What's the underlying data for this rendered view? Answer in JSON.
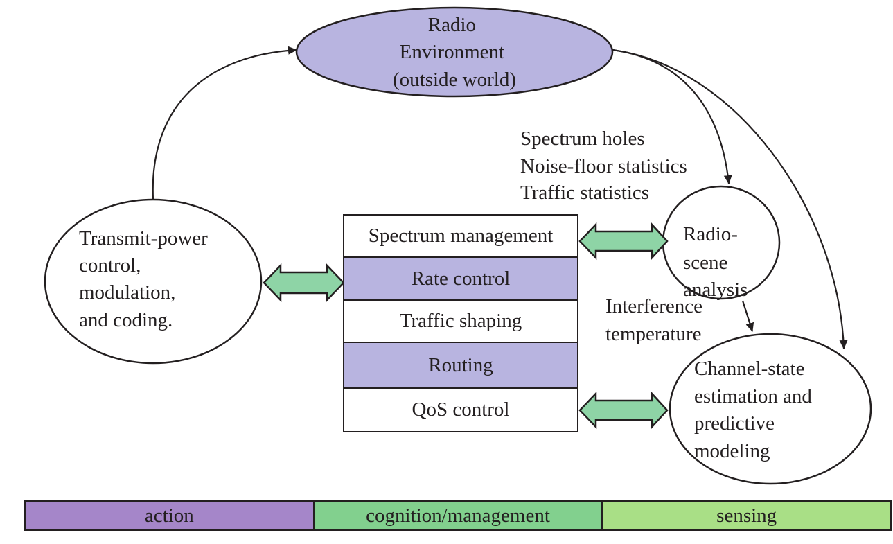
{
  "nodes": {
    "radio_environment": {
      "lines": [
        "Radio",
        "Environment",
        "(outside world)"
      ],
      "fill": "#b8b4e0"
    },
    "transmit": {
      "lines": [
        "Transmit-power",
        "control,",
        "modulation,",
        "and coding."
      ]
    },
    "radio_scene": {
      "lines": [
        "Radio-",
        "scene",
        "analysis"
      ]
    },
    "channel_state": {
      "lines": [
        "Channel-state",
        "estimation and",
        "predictive",
        "modeling"
      ]
    }
  },
  "stack": {
    "rows": [
      {
        "label": "Spectrum management",
        "fill": "#ffffff"
      },
      {
        "label": "Rate control",
        "fill": "#b8b4e0"
      },
      {
        "label": "Traffic shaping",
        "fill": "#ffffff"
      },
      {
        "label": "Routing",
        "fill": "#b8b4e0"
      },
      {
        "label": "QoS control",
        "fill": "#ffffff"
      }
    ]
  },
  "annotations": {
    "spectrum_info": [
      "Spectrum holes",
      "Noise-floor statistics",
      "Traffic statistics"
    ],
    "interference": [
      "Interference",
      "temperature"
    ]
  },
  "arrow_color": "#8ed4a6",
  "legend": [
    {
      "label": "action",
      "color": "#a586c9"
    },
    {
      "label": "cognition/management",
      "color": "#82d08e"
    },
    {
      "label": "sensing",
      "color": "#a9df86"
    }
  ]
}
